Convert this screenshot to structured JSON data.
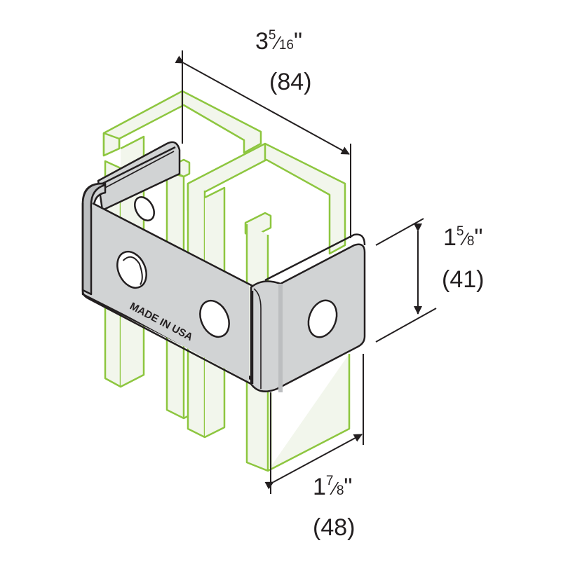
{
  "colors": {
    "channel_outline": "#8dc63f",
    "channel_fill": "#f2f6ec",
    "bracket_fill": "#d1d3d4",
    "bracket_shade": "#bcbec0",
    "bracket_edge": "#231f20",
    "dimension": "#231f20"
  },
  "imprint": "MADE IN USA",
  "dimensions": {
    "width": {
      "whole": "3",
      "num": "5",
      "den": "16",
      "unit": "\"",
      "metric": "(84)"
    },
    "height": {
      "whole": "1",
      "num": "5",
      "den": "8",
      "unit": "\"",
      "metric": "(41)"
    },
    "depth": {
      "whole": "1",
      "num": "7",
      "den": "8",
      "unit": "\"",
      "metric": "(48)"
    }
  }
}
